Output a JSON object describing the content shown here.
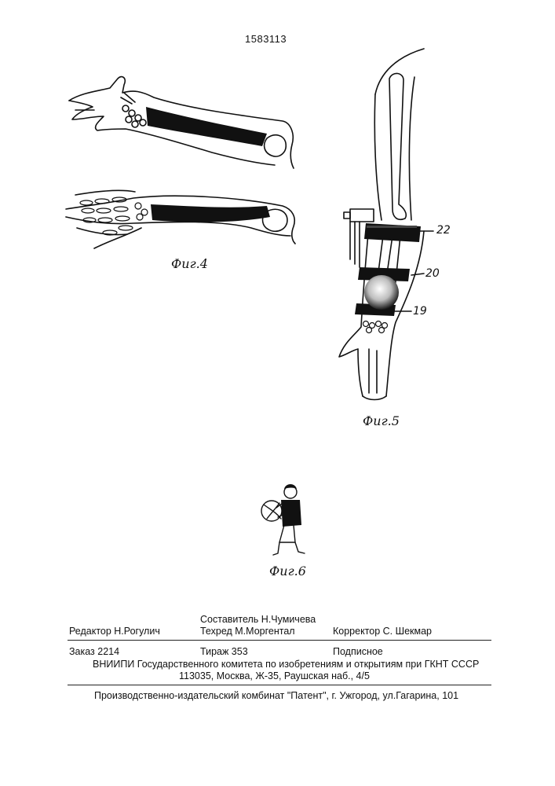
{
  "header": {
    "patent_number": "1583113"
  },
  "figures": {
    "fig4": {
      "label": "Фиг.4"
    },
    "fig5": {
      "label": "Фиг.5",
      "callouts": [
        "22",
        "20",
        "19"
      ]
    },
    "fig6": {
      "label": "Фиг.6"
    }
  },
  "footer": {
    "compiler": "Составитель  Н.Чумичева",
    "editor": "Редактор Н.Рогулич",
    "techred": "Техред М.Моргентал",
    "corrector": "Корректор  С. Шекмар",
    "order": "Заказ 2214",
    "circulation": "Тираж  353",
    "subscription": "Подписное",
    "institute_line1": "ВНИИПИ Государственного комитета по изобретениям и открытиям при ГКНТ СССР",
    "institute_line2": "113035, Москва, Ж-35, Раушская наб., 4/5",
    "publisher": "Производственно-издательский комбинат \"Патент\", г. Ужгород, ул.Гагарина, 101"
  }
}
